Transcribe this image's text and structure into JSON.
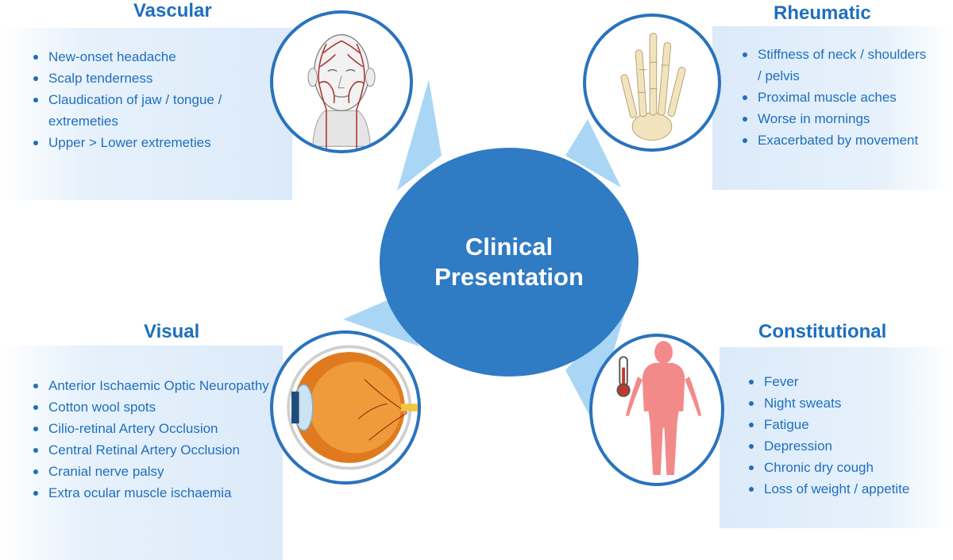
{
  "center": {
    "line1": "Clinical",
    "line2": "Presentation"
  },
  "categories": [
    {
      "key": "vascular",
      "title": "Vascular",
      "icon": "face-vessels-icon",
      "items": [
        "New-onset headache",
        "Scalp tenderness",
        "Claudication of jaw / tongue / extremeties",
        "Upper > Lower extremeties"
      ]
    },
    {
      "key": "rheumatic",
      "title": "Rheumatic",
      "icon": "hand-bones-icon",
      "items": [
        "Stiffness of neck / shoulders / pelvis",
        "Proximal muscle aches",
        "Worse in mornings",
        "Exacerbated by movement"
      ]
    },
    {
      "key": "visual",
      "title": "Visual",
      "icon": "eye-anatomy-icon",
      "items": [
        "Anterior Ischaemic Optic Neuropathy",
        "Cotton wool spots",
        "Cilio-retinal Artery Occlusion",
        "Central Retinal Artery Occlusion",
        "Cranial nerve palsy",
        "Extra ocular muscle ischaemia"
      ]
    },
    {
      "key": "constitutional",
      "title": "Constitutional",
      "icon": "fever-body-icon",
      "items": [
        "Fever",
        "Night sweats",
        "Fatigue",
        "Depression",
        "Chronic dry cough",
        "Loss of weight / appetite"
      ]
    }
  ],
  "colors": {
    "hub": "#2f7bc4",
    "text": "#1f6fbd",
    "connector": "#aad6f5",
    "panel": "#dceafa",
    "ring": "#2a73bd"
  }
}
